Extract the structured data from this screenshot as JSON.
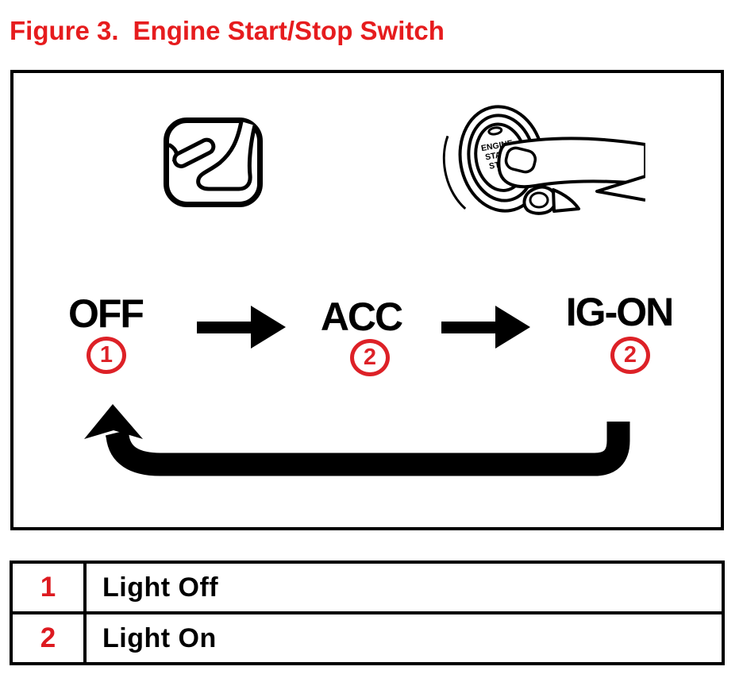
{
  "title": {
    "prefix": "Figure 3.",
    "text": "Engine Start/Stop Switch"
  },
  "colors": {
    "title_red": "#e61c1e",
    "marker_red": "#dd2127",
    "diagram_black": "#000000",
    "background": "#ffffff"
  },
  "icons": {
    "pedal": "brake-pedal-icon",
    "button": "engine-start-stop-button-pressed-by-finger-icon",
    "flow": "right-arrow-icon",
    "cycle": "return-arrow-icon"
  },
  "diagram": {
    "button_lines": [
      "ENGINE",
      "START",
      "STOP"
    ],
    "states": [
      {
        "label": "OFF",
        "marker": "1"
      },
      {
        "label": "ACC",
        "marker": "2"
      },
      {
        "label": "IG-ON",
        "marker": "2"
      }
    ]
  },
  "legend": {
    "rows": [
      {
        "key": "1",
        "value": "Light Off"
      },
      {
        "key": "2",
        "value": "Light On"
      }
    ]
  }
}
